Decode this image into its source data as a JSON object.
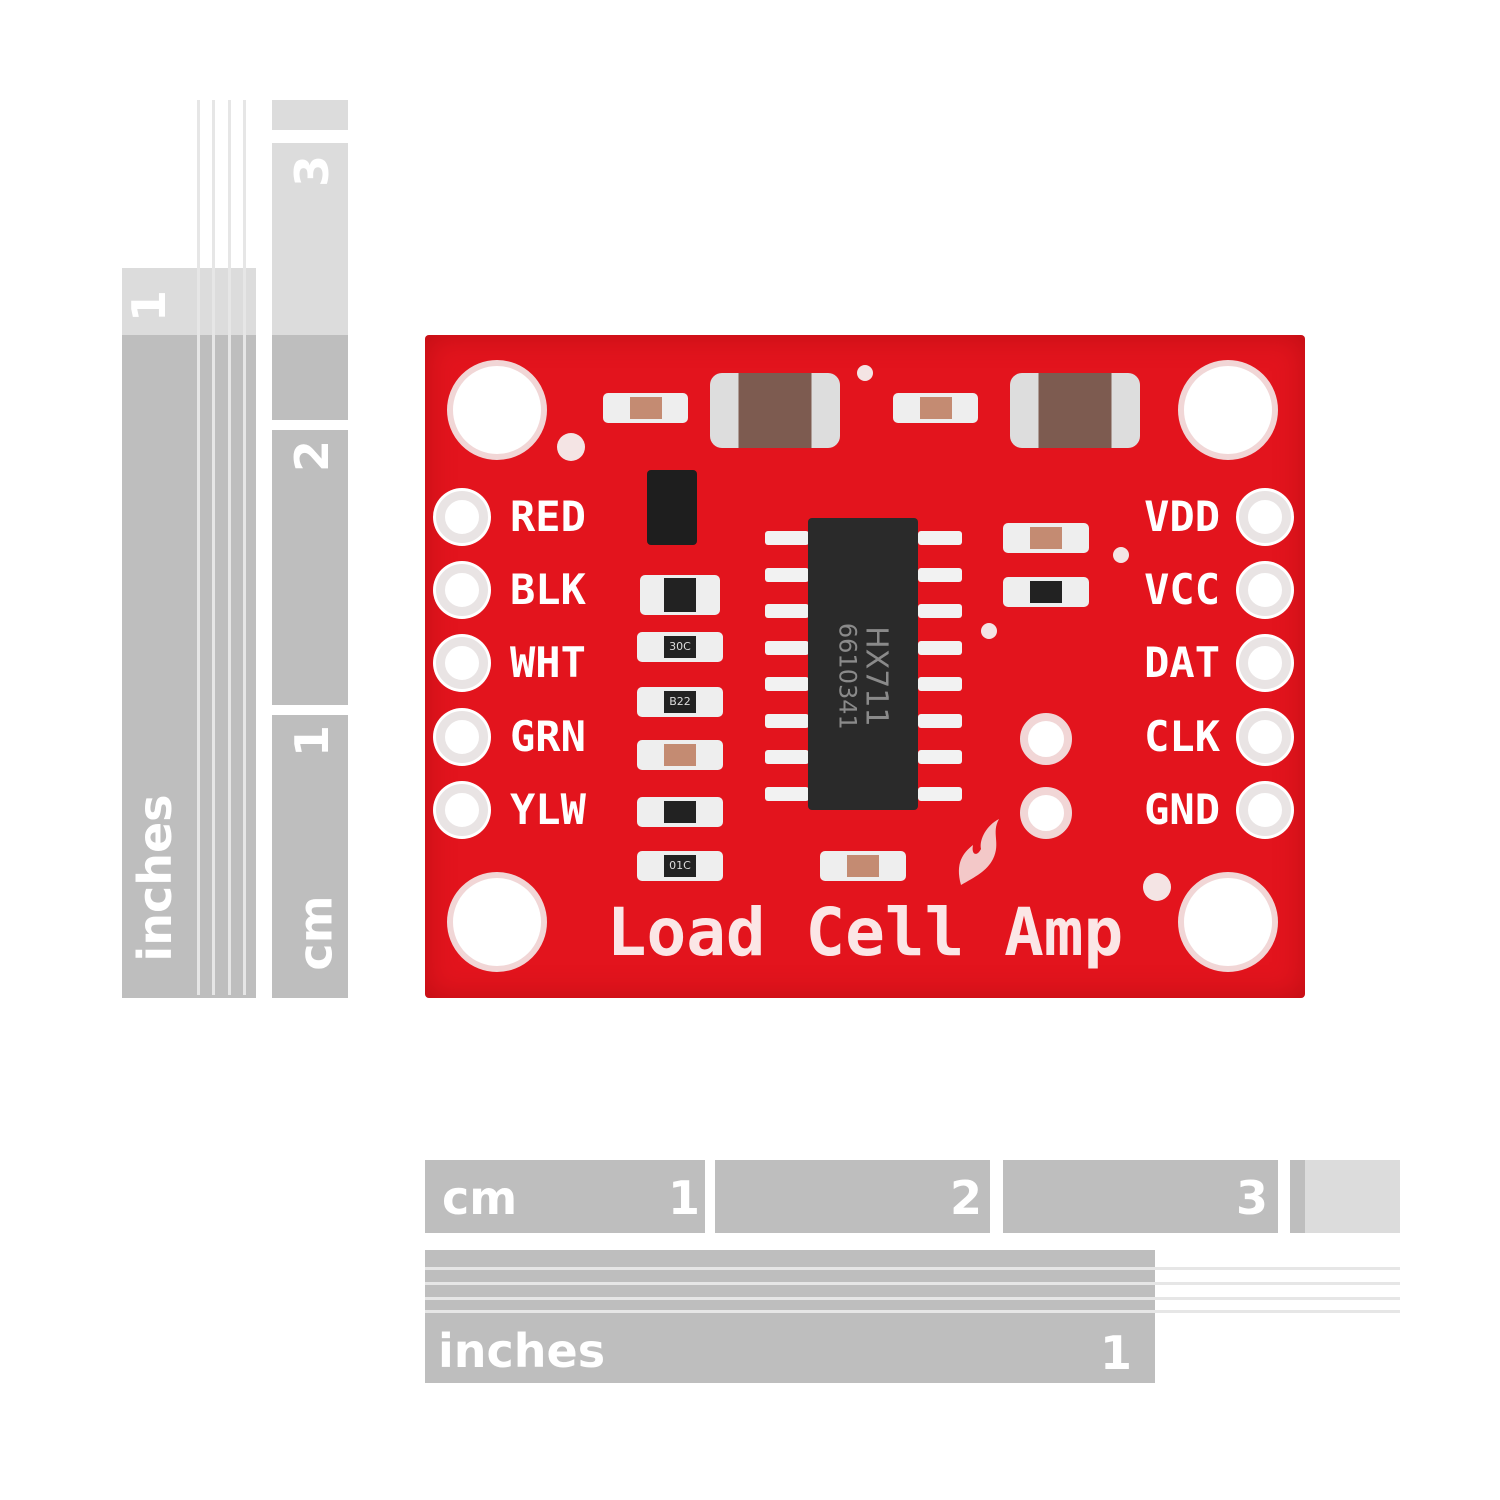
{
  "board": {
    "title": "Load Cell Amp",
    "chip_name": "HX711",
    "chip_code": "6610341",
    "left_pins": [
      "RED",
      "BLK",
      "WHT",
      "GRN",
      "YLW"
    ],
    "right_pins": [
      "VDD",
      "VCC",
      "DAT",
      "CLK",
      "GND"
    ],
    "resistor_marks": [
      "30C",
      "B22",
      "01C"
    ],
    "color": "#e3141d"
  },
  "left_rulers": {
    "inches_label": "inches",
    "inches_numbers": [
      "1"
    ],
    "cm_label": "cm",
    "cm_numbers": [
      "1",
      "2",
      "3"
    ]
  },
  "bottom_rulers": {
    "cm_label": "cm",
    "cm_numbers": [
      "1",
      "2",
      "3"
    ],
    "inches_label": "inches",
    "inches_numbers": [
      "1"
    ]
  }
}
